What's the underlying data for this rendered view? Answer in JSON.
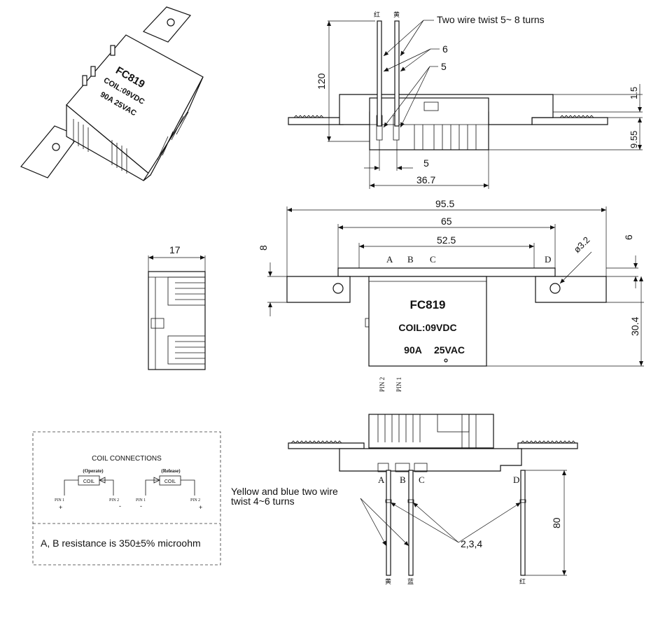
{
  "relay": {
    "model": "FC819",
    "coil": "COIL:09VDC",
    "rating_a": "90A",
    "rating_v": "25VAC",
    "coil_3d": "COIL:09VDC",
    "rating_3d": "90A  25VAC"
  },
  "top_view": {
    "note_twist": "Two wire twist 5~ 8 turns",
    "label_6": "6",
    "label_5": "5",
    "wire_red": "红",
    "wire_yellow": "黄",
    "dim_120": "120",
    "dim_15": "1.5",
    "dim_955": "9.55",
    "dim_5": "5",
    "dim_367": "36.7"
  },
  "side_view": {
    "dim_17": "17"
  },
  "front_view": {
    "dim_955": "95.5",
    "dim_65": "65",
    "dim_525": "52.5",
    "dim_8": "8",
    "dim_6": "6",
    "dim_hole": "ø3.2",
    "dim_304": "30.4",
    "pin_a": "A",
    "pin_b": "B",
    "pin_c": "C",
    "pin_d": "D",
    "pin2": "PIN 2",
    "pin1": "PIN 1"
  },
  "bottom_view": {
    "note_twist_1": "Yellow and blue two wire",
    "note_twist_2": "twist 4~6 turns",
    "label_234": "2,3,4",
    "dim_80": "80",
    "pin_a": "A",
    "pin_b": "B",
    "pin_c": "C",
    "pin_d": "D",
    "wire_yellow": "黄",
    "wire_blue": "蓝",
    "wire_red": "红"
  },
  "coil_box": {
    "title": "COIL   CONNECTIONS",
    "operate": "(Operate)",
    "release": "(Release)",
    "coil_label": "COIL",
    "pin1_l": "PIN 1",
    "pin2_l": "PIN 2",
    "pin1_r": "PIN 1",
    "pin2_r": "PIN 2",
    "plus_l": "+",
    "minus_l": "-",
    "minus_r": "-",
    "plus_r": "+",
    "resistance": "A, B resistance is 350±5% microohm"
  }
}
